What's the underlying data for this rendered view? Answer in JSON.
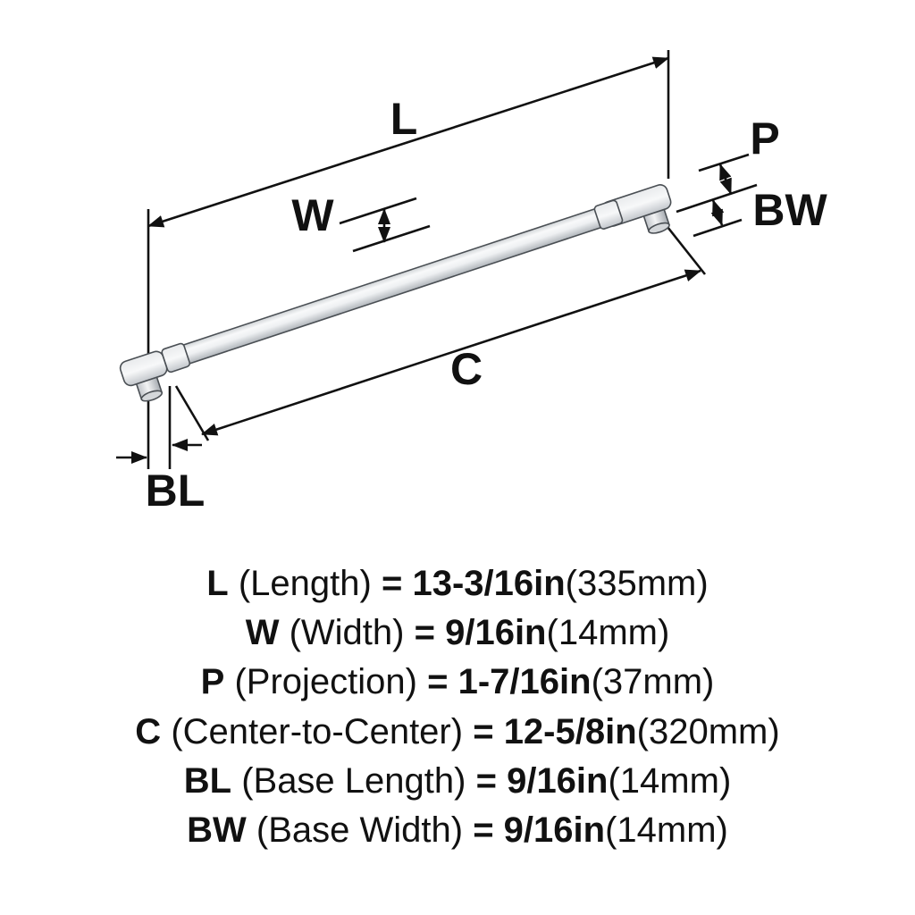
{
  "diagram": {
    "labels": {
      "L": "L",
      "W": "W",
      "P": "P",
      "BW": "BW",
      "C": "C",
      "BL": "BL"
    }
  },
  "specs": [
    {
      "abbr": "L",
      "label": "(Length)",
      "eq": "=",
      "value": "13-3/16in",
      "metric": "(335mm)"
    },
    {
      "abbr": "W",
      "label": "(Width)",
      "eq": "=",
      "value": "9/16in",
      "metric": "(14mm)"
    },
    {
      "abbr": "P",
      "label": "(Projection)",
      "eq": "=",
      "value": "1-7/16in",
      "metric": "(37mm)"
    },
    {
      "abbr": "C",
      "label": "(Center-to-Center)",
      "eq": "=",
      "value": "12-5/8in",
      "metric": "(320mm)"
    },
    {
      "abbr": "BL",
      "label": "(Base Length)",
      "eq": "=",
      "value": "9/16in",
      "metric": "(14mm)"
    },
    {
      "abbr": "BW",
      "label": "(Base Width)",
      "eq": "=",
      "value": "9/16in",
      "metric": "(14mm)"
    }
  ],
  "colors": {
    "line": "#111111",
    "metal_light": "#f8f9fa",
    "metal_dark": "#b9bdc2"
  }
}
